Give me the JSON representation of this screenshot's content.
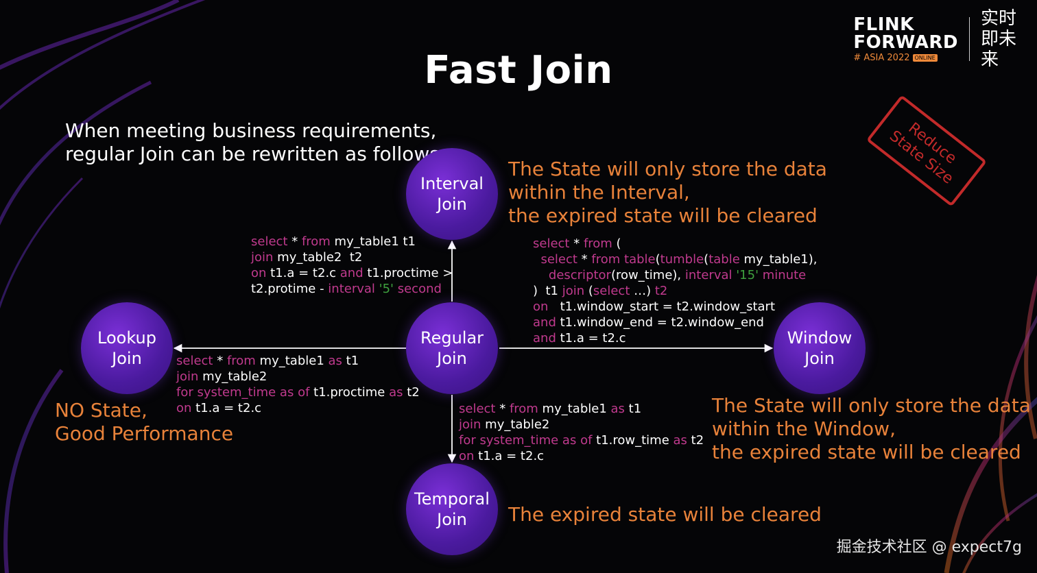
{
  "title": "Fast Join",
  "intro_lines": [
    "When meeting business requirements,",
    "regular Join can be rewritten as follows"
  ],
  "logo": {
    "line1": "FLINK",
    "line2": "FORWARD",
    "line3": "# ASIA 2022",
    "tag": "ONLINE",
    "cn": "实时即未来"
  },
  "stamp": {
    "line1": "Reduce",
    "line2": "State Size"
  },
  "nodes": {
    "interval": "Interval\nJoin",
    "lookup": "Lookup\nJoin",
    "regular": "Regular\nJoin",
    "window": "Window\nJoin",
    "temporal": "Temporal\nJoin"
  },
  "notes": {
    "interval": [
      "The State will only store the data",
      "within the Interval,",
      "the expired state will be cleared"
    ],
    "lookup": [
      "NO State,",
      "Good Performance"
    ],
    "window": [
      "The State will only store the data",
      "within the Window,",
      "the expired state will be cleared"
    ],
    "temporal": [
      "The expired state will be cleared"
    ]
  },
  "code": {
    "interval": [
      [
        [
          "select",
          "k"
        ],
        [
          " * ",
          "t"
        ],
        [
          "from",
          "k"
        ],
        [
          " my_table1 t1",
          "t"
        ]
      ],
      [
        [
          "join",
          "k"
        ],
        [
          " my_table2  t2",
          "t"
        ]
      ],
      [
        [
          "on",
          "k"
        ],
        [
          " t1.a = t2.c ",
          "t"
        ],
        [
          "and",
          "k"
        ],
        [
          " t1.proctime >",
          "t"
        ]
      ],
      [
        [
          "t2.protime - ",
          "t"
        ],
        [
          "interval",
          "k"
        ],
        [
          " ",
          "t"
        ],
        [
          "'5'",
          "s"
        ],
        [
          " second",
          "k"
        ]
      ]
    ],
    "lookup": [
      [
        [
          "select",
          "k"
        ],
        [
          " * ",
          "t"
        ],
        [
          "from",
          "k"
        ],
        [
          " my_table1 ",
          "t"
        ],
        [
          "as",
          "k"
        ],
        [
          " t1",
          "t"
        ]
      ],
      [
        [
          "join",
          "k"
        ],
        [
          " my_table2",
          "t"
        ]
      ],
      [
        [
          "for system_time as of",
          "k"
        ],
        [
          " t1.proctime ",
          "t"
        ],
        [
          "as",
          "k"
        ],
        [
          " t2",
          "t"
        ]
      ],
      [
        [
          "on",
          "k"
        ],
        [
          " t1.a = t2.c",
          "t"
        ]
      ]
    ],
    "window": [
      [
        [
          "select",
          "k"
        ],
        [
          " * ",
          "t"
        ],
        [
          "from",
          "k"
        ],
        [
          " (",
          "t"
        ]
      ],
      [
        [
          "  select",
          "k"
        ],
        [
          " * ",
          "t"
        ],
        [
          "from",
          "k"
        ],
        [
          " ",
          "t"
        ],
        [
          "table",
          "k"
        ],
        [
          "(",
          "t"
        ],
        [
          "tumble",
          "k"
        ],
        [
          "(",
          "t"
        ],
        [
          "table",
          "k"
        ],
        [
          " my_table1),",
          "t"
        ]
      ],
      [
        [
          "    descriptor",
          "k"
        ],
        [
          "(row_time), ",
          "t"
        ],
        [
          "interval",
          "k"
        ],
        [
          " ",
          "t"
        ],
        [
          "'15'",
          "s"
        ],
        [
          " minute",
          "k"
        ]
      ],
      [
        [
          ")  t1 ",
          "t"
        ],
        [
          "join",
          "k"
        ],
        [
          " (",
          "t"
        ],
        [
          "select",
          "k"
        ],
        [
          " …) ",
          "t"
        ],
        [
          "t2",
          "k"
        ]
      ],
      [
        [
          "on",
          "k"
        ],
        [
          "   t1.window_start = t2.window_start",
          "t"
        ]
      ],
      [
        [
          "and",
          "k"
        ],
        [
          " t1.window_end = t2.window_end",
          "t"
        ]
      ],
      [
        [
          "and",
          "k"
        ],
        [
          " t1.a = t2.c",
          "t"
        ]
      ]
    ],
    "temporal": [
      [
        [
          "select",
          "k"
        ],
        [
          " * ",
          "t"
        ],
        [
          "from",
          "k"
        ],
        [
          " my_table1 ",
          "t"
        ],
        [
          "as",
          "k"
        ],
        [
          " t1",
          "t"
        ]
      ],
      [
        [
          "join",
          "k"
        ],
        [
          " my_table2",
          "t"
        ]
      ],
      [
        [
          "for system_time as of",
          "k"
        ],
        [
          " t1.row_time ",
          "t"
        ],
        [
          "as",
          "k"
        ],
        [
          " t2",
          "t"
        ]
      ],
      [
        [
          "on",
          "k"
        ],
        [
          " t1.a = t2.c",
          "t"
        ]
      ]
    ]
  },
  "colors": {
    "keyword": "#c03a8e",
    "string": "#3ea13e",
    "note": "#e8823a",
    "node": "#5a22b8"
  },
  "watermark": "掘金技术社区 @ expect7g"
}
